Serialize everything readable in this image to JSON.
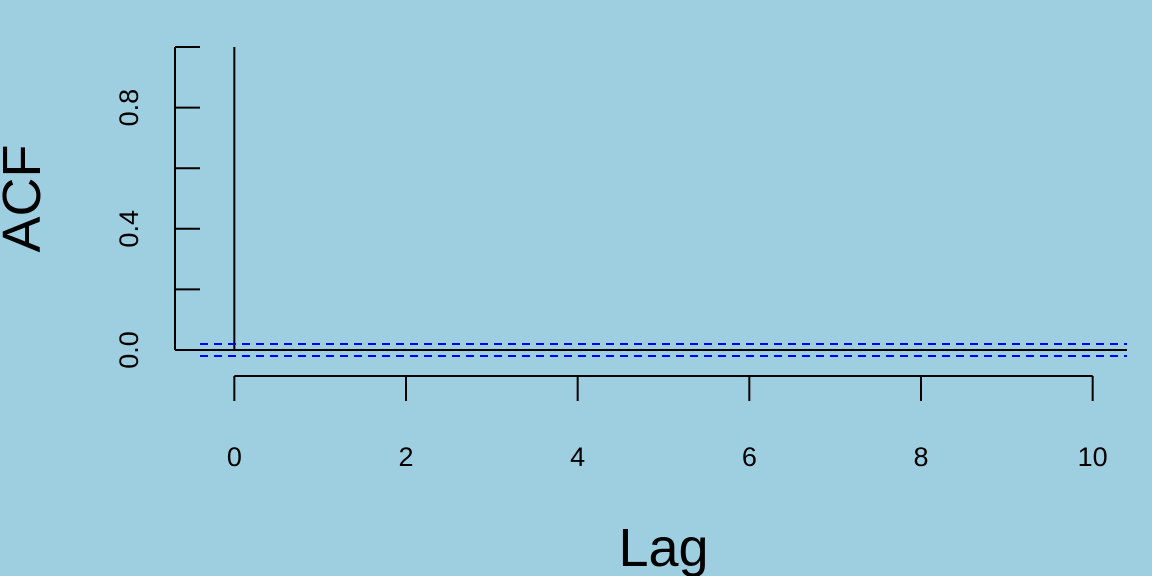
{
  "colors": {
    "background": "#9ecfe0",
    "bars": "#000000",
    "confidence_band": "#0000ff"
  },
  "chart_data": {
    "type": "bar",
    "title": "",
    "xlabel": "Lag",
    "ylabel": "ACF",
    "x": [
      0,
      1,
      2,
      3,
      4,
      5,
      6,
      7,
      8,
      9,
      10
    ],
    "values": [
      1.0,
      0.0,
      0.0,
      0.0,
      0.0,
      0.0,
      0.0,
      0.0,
      0.0,
      0.0,
      0.0
    ],
    "confidence_band": [
      -0.02,
      0.02
    ],
    "xlim": [
      -0.4,
      10.4
    ],
    "ylim": [
      0,
      1.0
    ],
    "x_ticks": [
      "0",
      "2",
      "4",
      "6",
      "8",
      "10"
    ],
    "y_tick_values": [
      0.0,
      0.2,
      0.4,
      0.6,
      0.8,
      1.0
    ],
    "y_tick_labels": [
      "0.0",
      "0.4",
      "0.8"
    ],
    "grid": false,
    "legend": "none"
  }
}
